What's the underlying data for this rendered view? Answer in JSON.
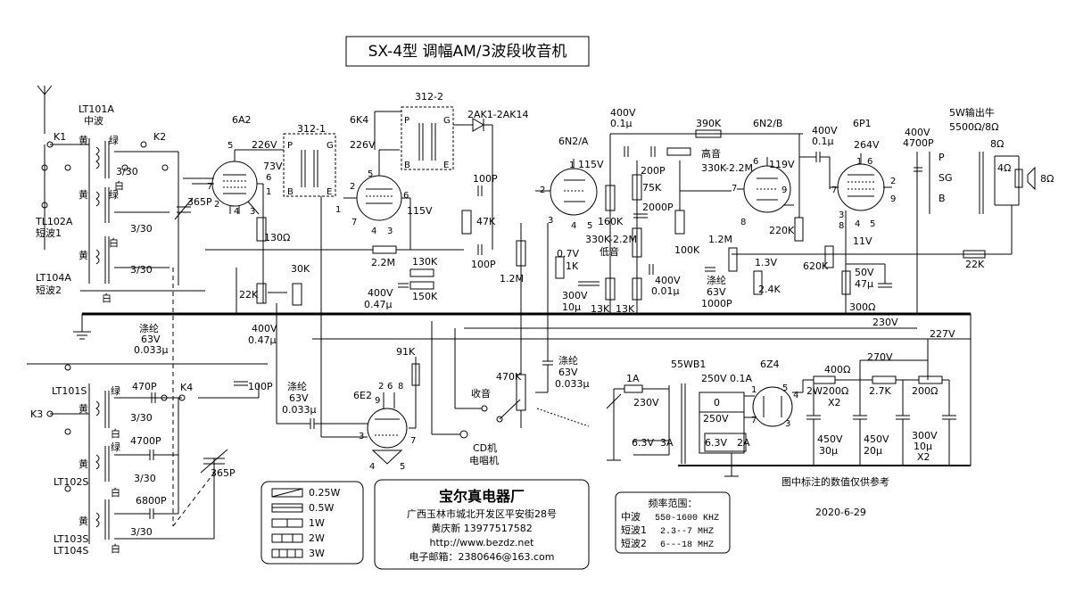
{
  "title": "SX-4型  调幅AM/3波段收音机",
  "coils": {
    "lt101a": "LT101A",
    "mw": "中波",
    "tl102a": "TL102A",
    "sw1": "短波1",
    "lt104a": "LT104A",
    "sw2": "短波2",
    "lt101s": "LT101S",
    "lt102s": "LT102S",
    "lt103s": "LT103S",
    "lt104s": "LT104S",
    "yellow": "黄",
    "green": "绿",
    "white": "白",
    "ratio": "3/30"
  },
  "switches": {
    "k1": "K1",
    "k2": "K2",
    "k3": "K3",
    "k4": "K4",
    "s3121": "312-1",
    "s3122": "312-2",
    "pole_p": "P",
    "pole_g": "G",
    "pole_b": "B",
    "pole_e": "E"
  },
  "tubes": {
    "v1": "6A2",
    "v2": "6K4",
    "v3": "6N2/A",
    "v4": "6N2/B",
    "v5": "6P1",
    "v6": "6Z4",
    "v7": "6E2",
    "diode": "2AK1-2AK14"
  },
  "pins": {
    "p1": "1",
    "p2": "2",
    "p3": "3",
    "p4": "4",
    "p5": "5",
    "p6": "6",
    "p7": "7",
    "p8": "8",
    "p9": "9"
  },
  "voltages": {
    "v226a": "226V",
    "v226b": "226V",
    "v73": "73V",
    "v115a": "115V",
    "v115b": "115V",
    "v119": "119V",
    "v264": "264V",
    "v11": "11V",
    "v07": "0.7V",
    "v13": "1.3V",
    "v230": "230V",
    "v227": "227V",
    "v270": "270V",
    "v230b": "230V",
    "v250": "250V 0.1A",
    "v250b": "250V",
    "v0": "0",
    "v63a": "6.3V",
    "v63b": "6.3V",
    "a2": "2A",
    "a3": "3A",
    "a1": "1A"
  },
  "resistors": {
    "r130": "130Ω",
    "r22k": "22K",
    "r30k": "30K",
    "r22m": "2.2M",
    "r130k": "130K",
    "r150k": "150K",
    "r47k": "47K",
    "r12m": "1.2M",
    "r91k": "91K",
    "r470k": "470K",
    "r160k": "160K",
    "r75k": "75K",
    "r1k": "1K",
    "r13ka": "13K",
    "r13kb": "13K",
    "r390k": "390K",
    "rhigh": "高音",
    "rhighval": "330K-2.2M",
    "rlow": "330K-2.2M",
    "rlowlbl": "低音",
    "r100k": "100K",
    "r12mb": "1.2M",
    "r24k": "2.4K",
    "r220k": "220K",
    "r620k": "620K",
    "r22kb": "22K",
    "r300": "300Ω",
    "r400": "400Ω",
    "r2w": "2W200Ω",
    "rx2": "X2",
    "r27k": "2.7K",
    "r200": "200Ω"
  },
  "capacitors": {
    "c365a": "365P",
    "c365b": "365P",
    "c100pa": "100P",
    "c100pb": "100P",
    "c100pc": "100P",
    "c200p": "200P",
    "c2000p": "2000P",
    "c470p": "470P",
    "c4700p": "4700P",
    "c6800p": "6800P",
    "c400v": "400V",
    "c01u": "0.1μ",
    "c400vb": "400V",
    "c047u": "0.47μ",
    "c400vc": "400V",
    "c047ub": "0.47μ",
    "c400vd": "400V",
    "c001u": "0.01μ",
    "c400ve": "400V",
    "c01ub": "0.1μ",
    "c400vf": "400V",
    "c4700pb": "4700P",
    "c300v": "300V",
    "c10u": "10μ",
    "cdl": "涤纶",
    "c63v": "63V",
    "c1000p": "1000P",
    "cdl2": "涤纶",
    "c63v2": "63V",
    "c0033": "0.033μ",
    "cdl3": "涤纶",
    "c63v3": "63V",
    "c0033b": "0.033μ",
    "cdl4": "涤纶",
    "c63v4": "63V",
    "c0033c": "0.033μ",
    "c50v": "50V",
    "c47u": "47μ",
    "c450a": "450V",
    "c30u": "30μ",
    "c450b": "450V",
    "c20u": "20μ",
    "c300vb": "300V",
    "c10ub": "10μ",
    "cx2": "X2"
  },
  "transformers": {
    "power": "55WB1",
    "output": "5W输出牛",
    "output_spec": "5500Ω/8Ω",
    "o8a": "8Ω",
    "o4": "4Ω",
    "o8b": "8Ω",
    "p": "P",
    "sg": "SG",
    "b": "B"
  },
  "io": {
    "radio": "收音",
    "cd": "CD机",
    "phono": "电唱机"
  },
  "legend": {
    "w025": "0.25W",
    "w05": "0.5W",
    "w1": "1W",
    "w2": "2W",
    "w3": "3W"
  },
  "company": {
    "name": "宝尔真电器厂",
    "address": "广西玉林市城北开发区平安街28号",
    "contact": "黄庆新    13977517582",
    "url": "http://www.bezdz.net",
    "email": "电子邮箱：2380646@163.com"
  },
  "freq": {
    "title": "频率范围：",
    "mw_label": "中波",
    "mw_range": "550-1600 KHZ",
    "sw1_label": "短波1",
    "sw1_range": "2.3--7  MHZ",
    "sw2_label": "短波2",
    "sw2_range": "6---18  MHZ"
  },
  "note": "图中标注的数值仅供参考",
  "date": "2020-6-29"
}
